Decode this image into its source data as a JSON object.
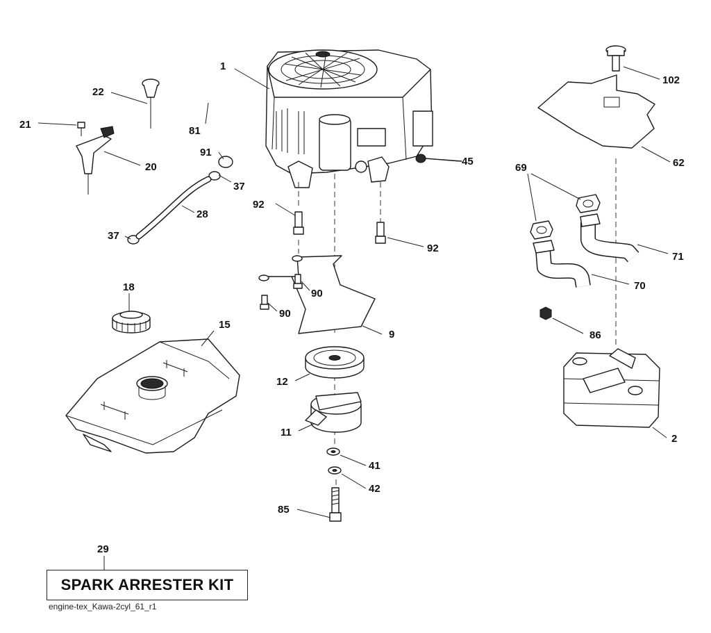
{
  "labels": {
    "p1": "1",
    "p2": "2",
    "p9": "9",
    "p11": "11",
    "p12": "12",
    "p15": "15",
    "p18": "18",
    "p20": "20",
    "p21": "21",
    "p22": "22",
    "p28": "28",
    "p29": "29",
    "p37a": "37",
    "p37b": "37",
    "p41": "41",
    "p42": "42",
    "p45": "45",
    "p62": "62",
    "p69": "69",
    "p70": "70",
    "p71": "71",
    "p81": "81",
    "p85": "85",
    "p86": "86",
    "p90a": "90",
    "p90b": "90",
    "p91": "91",
    "p92a": "92",
    "p92b": "92",
    "p102": "102"
  },
  "kit_title": "SPARK ARRESTER KIT",
  "filename": "engine-tex_Kawa-2cyl_61_r1"
}
